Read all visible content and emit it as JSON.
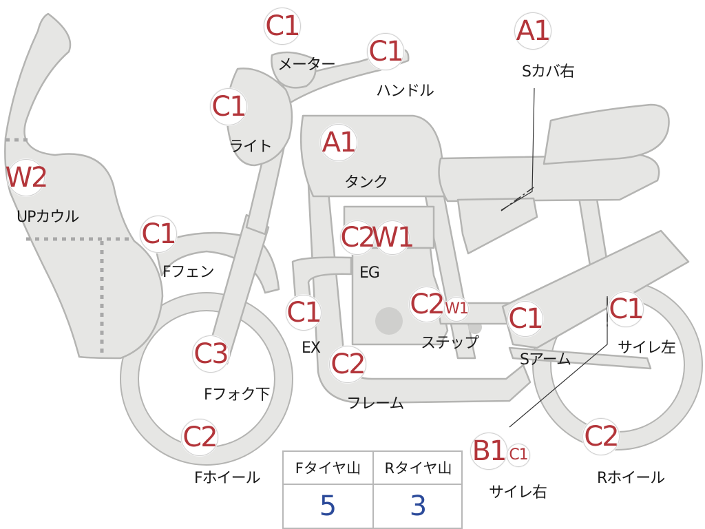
{
  "grades": {
    "meter": "C1",
    "handle": "C1",
    "light": "C1",
    "tank": "A1",
    "side_cover_right": "A1",
    "upper_cowl": "W2",
    "front_fender": "C1",
    "engine_1": "C2",
    "engine_2": "W1",
    "exhaust": "C1",
    "step_1": "C2",
    "step_2": "W1",
    "swing_arm": "C1",
    "silencer_left": "C1",
    "front_fork_lower": "C3",
    "frame": "C2",
    "front_wheel": "C2",
    "silencer_right_1": "B1",
    "silencer_right_2": "C1",
    "rear_wheel": "C2"
  },
  "labels": {
    "meter": "メーター",
    "handle": "ハンドル",
    "light": "ライト",
    "tank": "タンク",
    "side_cover_right": "Sカバ右",
    "upper_cowl": "UPカウル",
    "front_fender": "Fフェン",
    "engine": "EG",
    "exhaust": "EX",
    "step": "ステップ",
    "swing_arm": "Sアーム",
    "silencer_left": "サイレ左",
    "front_fork_lower": "Fフォク下",
    "frame": "フレーム",
    "front_wheel": "Fホイール",
    "silencer_right": "サイレ右",
    "rear_wheel": "Rホイール"
  },
  "tire_tread": {
    "front_header": "Fタイヤ山",
    "rear_header": "Rタイヤ山",
    "front_value": "5",
    "rear_value": "3"
  },
  "colors": {
    "grade_text": "#b3353a",
    "tread_value": "#2b4a9a",
    "part_fill": "#e6e6e4",
    "part_stroke": "#b4b4b2"
  }
}
